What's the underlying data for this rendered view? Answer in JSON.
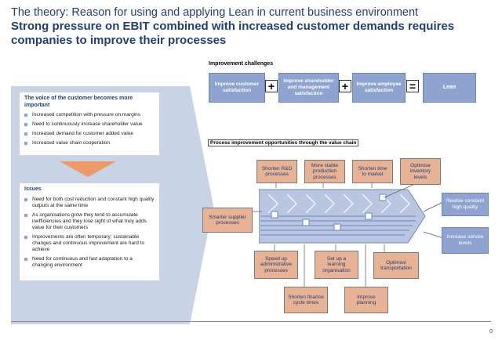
{
  "header": {
    "title_top": "The theory: Reason for using and applying Lean in current business environment",
    "title_main": "Strong pressure on EBIT combined with increased customer demands requires companies to improve their processes"
  },
  "improvement_challenges": {
    "label": "Improvement challenges",
    "items": [
      "Improve customer satisfaction",
      "Improve shareholder and management satisfaction",
      "Improve employee satisfaction"
    ],
    "ops": [
      "+",
      "+",
      "="
    ],
    "result": "Lean"
  },
  "voice_of_customer": {
    "title": "The voice of the customer becomes more important",
    "bullets": [
      "Increased competition with pressure on margins",
      "Need to continuously increase shareholder value",
      "Increased demand for customer added value",
      "Increased value chain cooperation"
    ]
  },
  "issues": {
    "title": "Issues",
    "bullets": [
      "Need for both cost reduction and constant high quality outputs at the same time",
      "As organisations grow they tend to accumulate inefficiencies and they lose sight of what truly adds value for their customers",
      "Improvements are often temporary; sustainable changes and continuous improvement are hard to achieve",
      "Need for continuous and fast adaptation to a changing environment"
    ]
  },
  "value_chain": {
    "label": "Process improvement opportunities through the value chain",
    "top": [
      "Shorten R&D processes",
      "More stable production processes",
      "Shorten time to market",
      "Optimise inventory levels"
    ],
    "left": "Smarter supplier processes",
    "bottom_row1": [
      "Speed up administrative processes",
      "Set up a learning organisation",
      "Optimise transportation"
    ],
    "bottom_row2": [
      "Shorten finance cycle times",
      "Improve planning"
    ],
    "results": [
      "Realise constant high quality",
      "Increase service levels"
    ]
  },
  "page_number": "0",
  "colors": {
    "title": "#1f3f7a",
    "blue_box": "#8ea3cf",
    "orange_box": "#e8b294",
    "panel_bg": "#c9d3e6"
  }
}
